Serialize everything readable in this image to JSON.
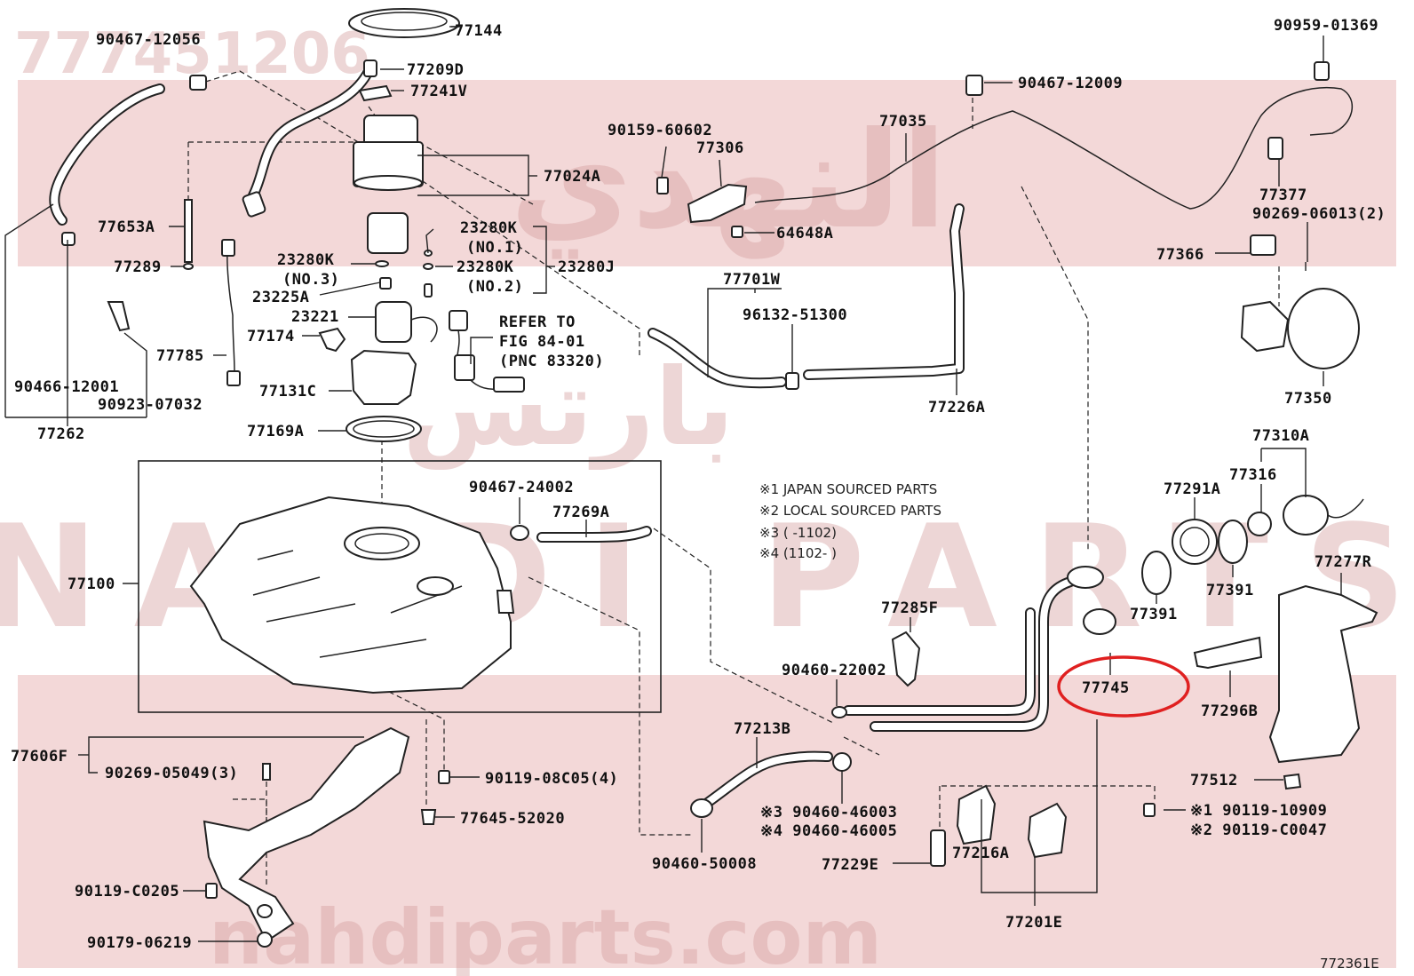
{
  "watermark": {
    "part_number": "777451206",
    "site": "nahdiparts.com",
    "arabic": "النهدي",
    "arabic_sub": "بارتس",
    "latin": "NAHDI PARTS",
    "color": "#d49a9a"
  },
  "diagram_code": "772361E",
  "notes": {
    "n1": "※1 JAPAN SOURCED PARTS",
    "n2": "※2 LOCAL SOURCED PARTS",
    "n3": "※3 (    -1102)",
    "n4": "※4 (1102-    )"
  },
  "refer": {
    "l1": "REFER TO",
    "l2": "FIG 84-01",
    "l3": "(PNC 83320)"
  },
  "highlight": {
    "part": "77745",
    "color": "#e02020"
  },
  "labels": {
    "p90467_12056": "90467-12056",
    "p77144": "77144",
    "p77209D": "77209D",
    "p77241V": "77241V",
    "p77024A": "77024A",
    "p77653A": "77653A",
    "p77289": "77289",
    "p23280K_no1": "23280K",
    "no1": "(NO.1)",
    "p23280K_no3": "23280K",
    "no3": "(NO.3)",
    "p23280K_no2": "23280K",
    "no2": "(NO.2)",
    "p23280J": "23280J",
    "p23225A": "23225A",
    "p23221": "23221",
    "p77174": "77174",
    "p77785": "77785",
    "p77131C": "77131C",
    "p77169A": "77169A",
    "p90466_12001": "90466-12001",
    "p90923_07032": "90923-07032",
    "p77262": "77262",
    "p90159_60602": "90159-60602",
    "p77306": "77306",
    "p64648A": "64648A",
    "p77035": "77035",
    "p90467_12009": "90467-12009",
    "p90959_01369": "90959-01369",
    "p77377": "77377",
    "p90269_06013": "90269-06013(2)",
    "p77366": "77366",
    "p77350": "77350",
    "p77701W": "77701W",
    "p96132_51300": "96132-51300",
    "p77226A": "77226A",
    "p77310A": "77310A",
    "p77316": "77316",
    "p77291A": "77291A",
    "p77391a": "77391",
    "p77391b": "77391",
    "p77277R": "77277R",
    "p77296B": "77296B",
    "p77512": "77512",
    "p90467_24002": "90467-24002",
    "p77269A": "77269A",
    "p77100": "77100",
    "p77285F": "77285F",
    "p90460_22002": "90460-22002",
    "p77745": "77745",
    "p77213B": "77213B",
    "p90460_46003": "※3 90460-46003",
    "p90460_46005": "※4 90460-46005",
    "p90460_50008": "90460-50008",
    "p77229E": "77229E",
    "p77216A": "77216A",
    "p77201E": "77201E",
    "p90119_10909": "※1 90119-10909",
    "p90119_C0047": "※2 90119-C0047",
    "p77606F": "77606F",
    "p90269_05049": "90269-05049(3)",
    "p90119_08C05": "90119-08C05(4)",
    "p77645_52020": "77645-52020",
    "p90119_C0205": "90119-C0205",
    "p90179_06219": "90179-06219"
  }
}
